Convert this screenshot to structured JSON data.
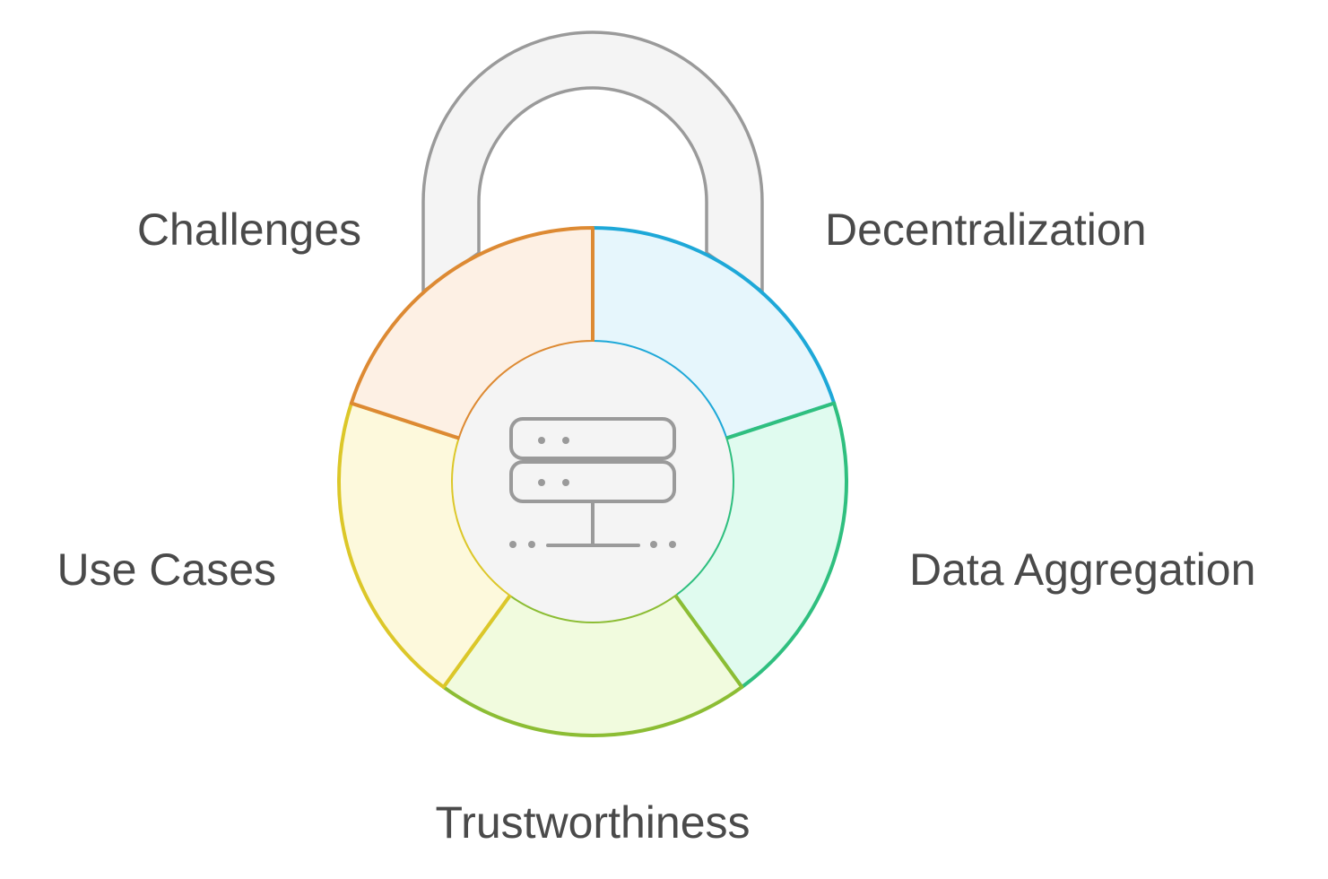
{
  "segments": [
    {
      "id": "decentralization",
      "label": "Decentralization",
      "stroke": "#1ea8d8",
      "fill": "#e6f6fc"
    },
    {
      "id": "data-aggregation",
      "label": "Data Aggregation",
      "stroke": "#2fbf7f",
      "fill": "#e0fbef"
    },
    {
      "id": "trustworthiness",
      "label": "Trustworthiness",
      "stroke": "#8cbd34",
      "fill": "#f1fbde"
    },
    {
      "id": "use-cases",
      "label": "Use Cases",
      "stroke": "#dcc729",
      "fill": "#fdf9dc"
    },
    {
      "id": "challenges",
      "label": "Challenges",
      "stroke": "#dd8a33",
      "fill": "#fdf0e4"
    }
  ],
  "colors": {
    "shackle_stroke": "#9a9a9a",
    "shackle_fill": "#f4f4f4",
    "center_fill": "#f4f4f4",
    "icon_stroke": "#9a9a9a",
    "text": "#4a4a4a"
  },
  "center_icon": "server-icon"
}
